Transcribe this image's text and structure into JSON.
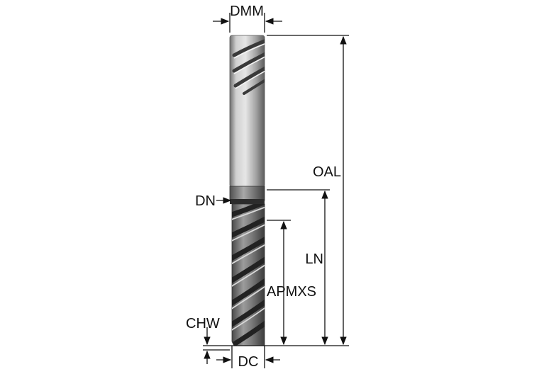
{
  "labels": {
    "dmm": "DMM",
    "oal": "OAL",
    "dn": "DN",
    "ln": "LN",
    "apmxs": "APMXS",
    "chw": "CHW",
    "dc": "DC"
  },
  "colors": {
    "line": "#111111",
    "shank_light": "#e2e2e2",
    "shank_mid": "#a9a9a9",
    "shank_dark": "#5a5a5a",
    "flute_dark": "#2a2a2a",
    "flute_light": "#9a9a9a"
  }
}
